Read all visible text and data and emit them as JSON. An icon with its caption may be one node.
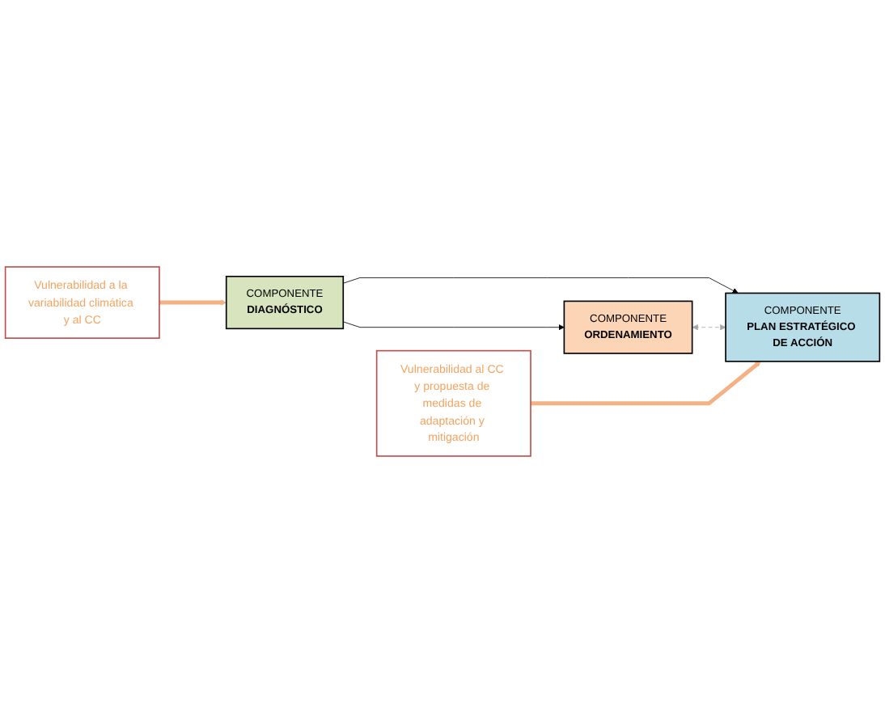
{
  "diagram": {
    "nodes": [
      {
        "text": [
          "Vulnerabilidad a la variabilidad climática y al CC"
        ]
      },
      {
        "text": [
          "COMPONENTE",
          "DIAGNÓSTICO"
        ]
      },
      {
        "text": [
          "COMPONENTE",
          "ORDENAMIENTO"
        ]
      },
      {
        "text": [
          "COMPONENTE",
          "PLAN ESTRATÉGICO DE ACCIÓN"
        ]
      },
      {
        "text": [
          "Vulnerabilidad al CC y propuesta de medidas de adaptación y mitigación"
        ]
      }
    ],
    "edges": [
      {
        "from": 0,
        "to": 1,
        "arrow": "to",
        "style": "thick",
        "color": "#f4b183"
      },
      {
        "from": 1,
        "to": 2,
        "arrow": "to",
        "color": "#000000"
      },
      {
        "from": 1,
        "to": 3,
        "arrow": "to",
        "color": "#000000"
      },
      {
        "from": 2,
        "to": 3,
        "arrow": "both",
        "style": "dashed",
        "color": "#a6a6a6"
      },
      {
        "from": 4,
        "to": 3,
        "arrow": "to",
        "style": "thick",
        "color": "#f4b183"
      }
    ]
  }
}
